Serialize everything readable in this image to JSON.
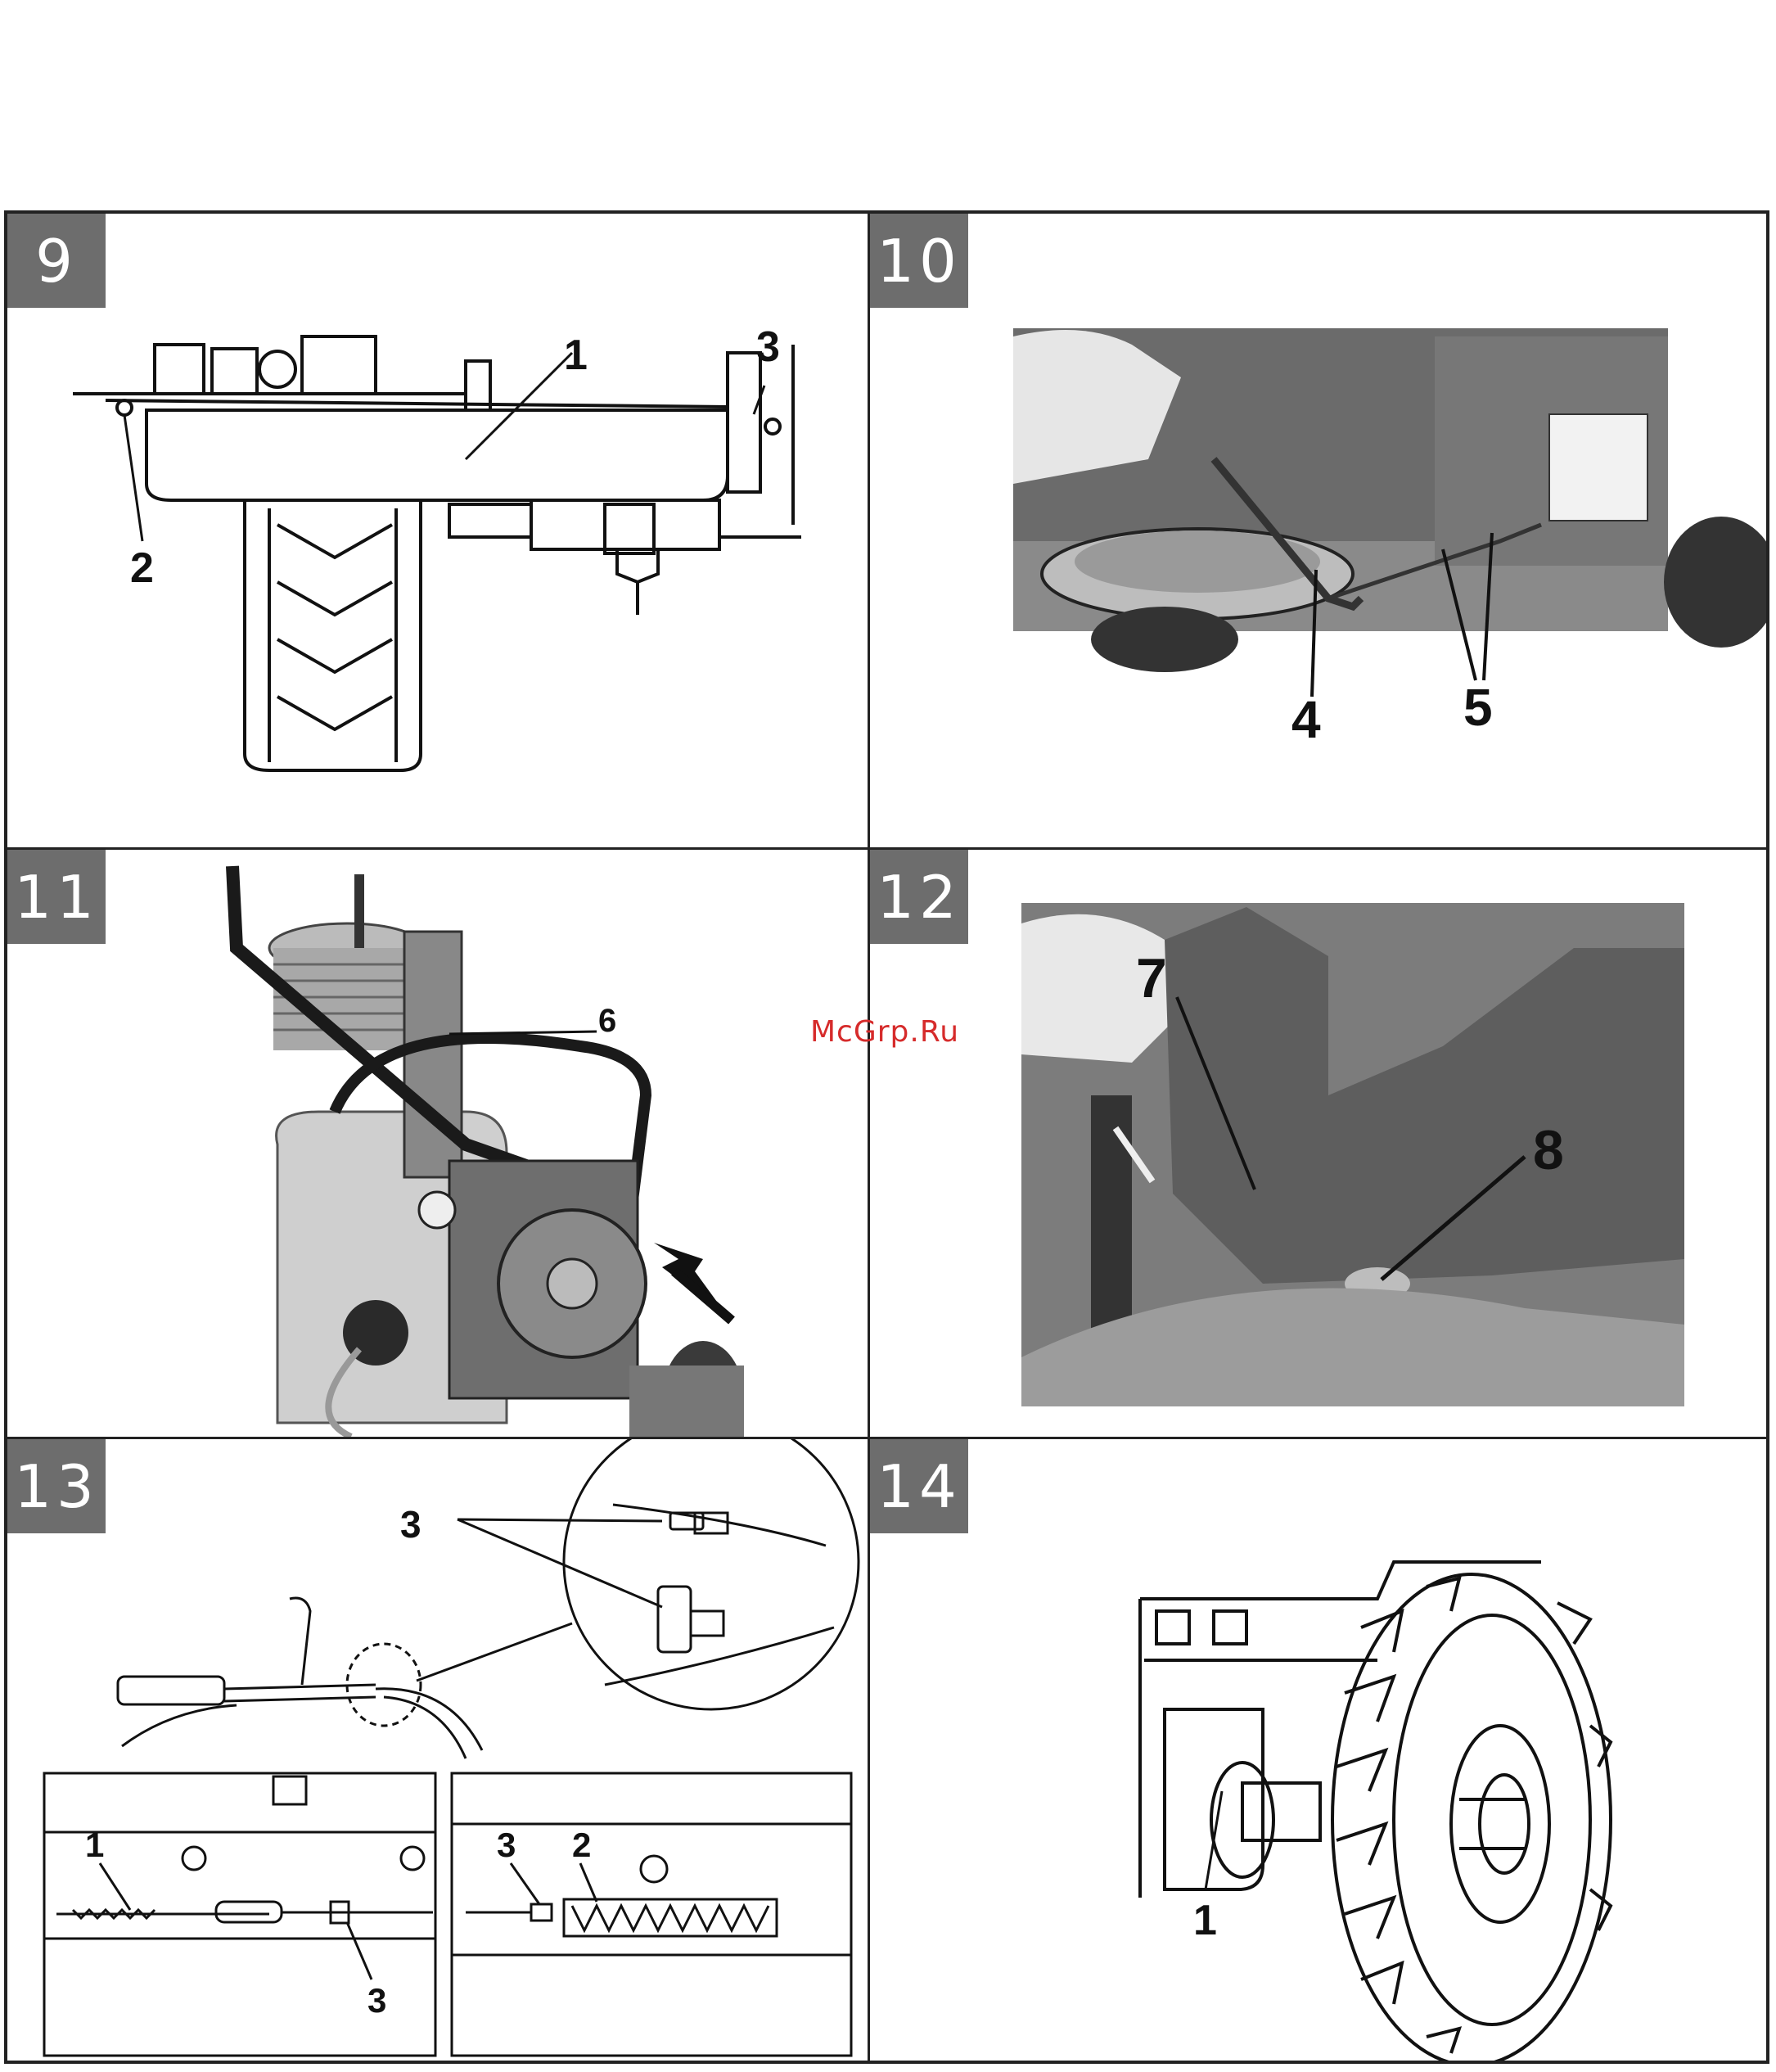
{
  "watermark": "McGrp.Ru",
  "colors": {
    "badge": "#6d6d6d",
    "frame": "#222222",
    "watermark": "#d62b2b",
    "photo_bg": "#7a7a7a"
  },
  "figures": [
    {
      "number": "9",
      "callouts": [
        "1",
        "2",
        "3"
      ]
    },
    {
      "number": "10",
      "callouts": [
        "4",
        "5"
      ]
    },
    {
      "number": "11",
      "callouts": [
        "6"
      ]
    },
    {
      "number": "12",
      "callouts": [
        "7",
        "8"
      ]
    },
    {
      "number": "13",
      "callouts": [
        "3",
        "1",
        "3",
        "3",
        "2"
      ]
    },
    {
      "number": "14",
      "callouts": [
        "1"
      ]
    }
  ]
}
